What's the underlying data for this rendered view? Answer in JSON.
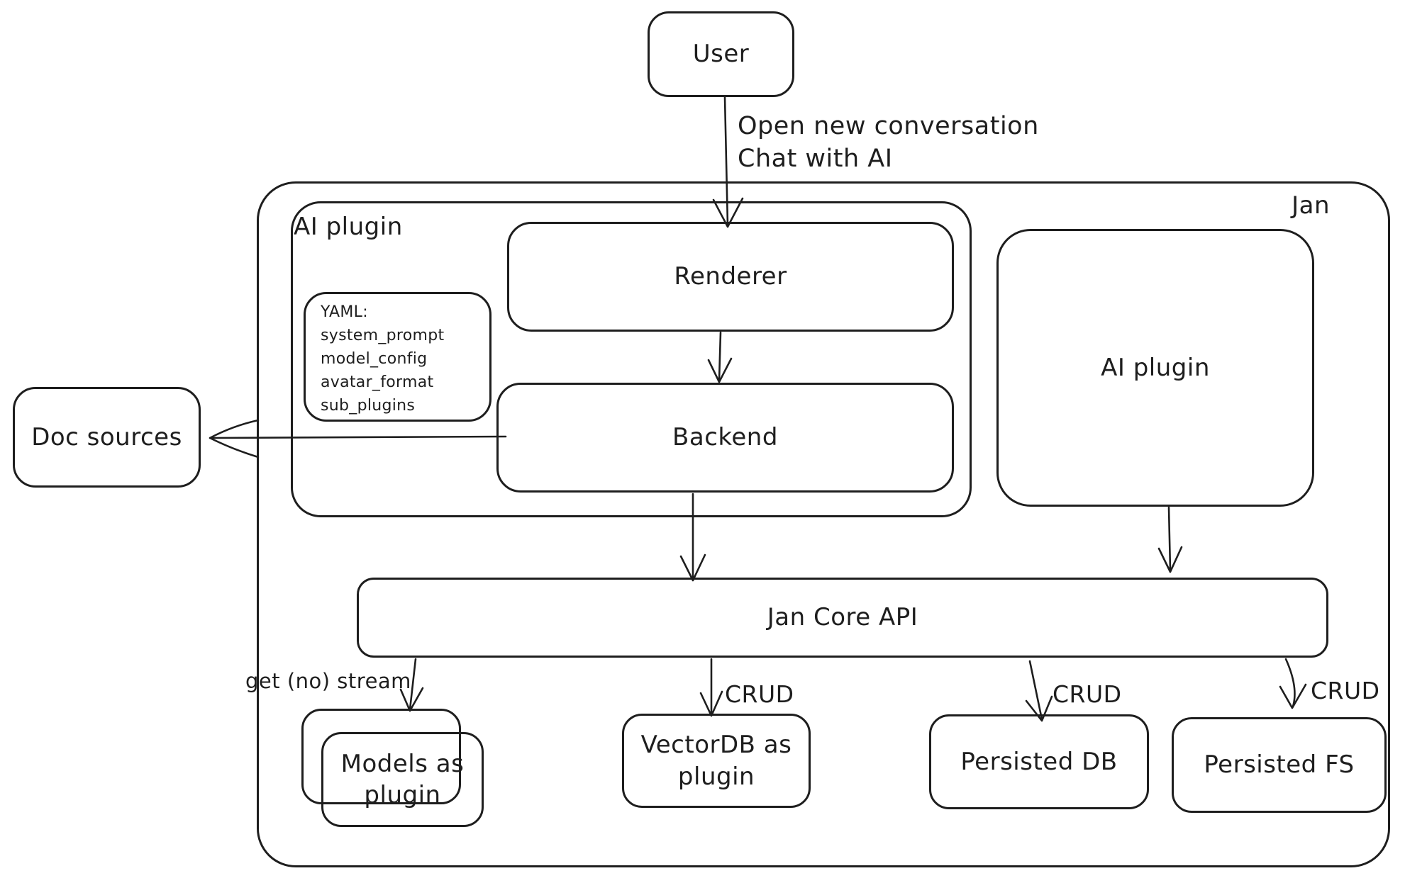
{
  "diagram": {
    "type": "flowchart",
    "colors": {
      "stroke": "#1e1e1e",
      "background": "#ffffff"
    },
    "nodes": {
      "user": {
        "label": "User"
      },
      "jan_container": {
        "label": "Jan"
      },
      "ai_plugin_left": {
        "label": "AI plugin"
      },
      "renderer": {
        "label": "Renderer"
      },
      "backend": {
        "label": "Backend"
      },
      "yaml_note": {
        "lines": [
          "YAML:",
          "system_prompt",
          "model_config",
          "avatar_format",
          "sub_plugins"
        ]
      },
      "doc_sources": {
        "label": "Doc sources"
      },
      "ai_plugin_right": {
        "label": "AI plugin"
      },
      "jan_core_api": {
        "label": "Jan Core API"
      },
      "models_as_plugin": {
        "label": "Models as plugin"
      },
      "vectordb_as_plugin": {
        "label": "VectorDB as plugin"
      },
      "persisted_db": {
        "label": "Persisted DB"
      },
      "persisted_fs": {
        "label": "Persisted FS"
      }
    },
    "edge_labels": {
      "user_to_renderer": [
        "Open new conversation",
        "Chat with AI"
      ],
      "api_to_models": "get (no) stream",
      "api_to_vectordb": "CRUD",
      "api_to_persisted_db": "CRUD",
      "api_to_persisted_fs": "CRUD"
    }
  }
}
